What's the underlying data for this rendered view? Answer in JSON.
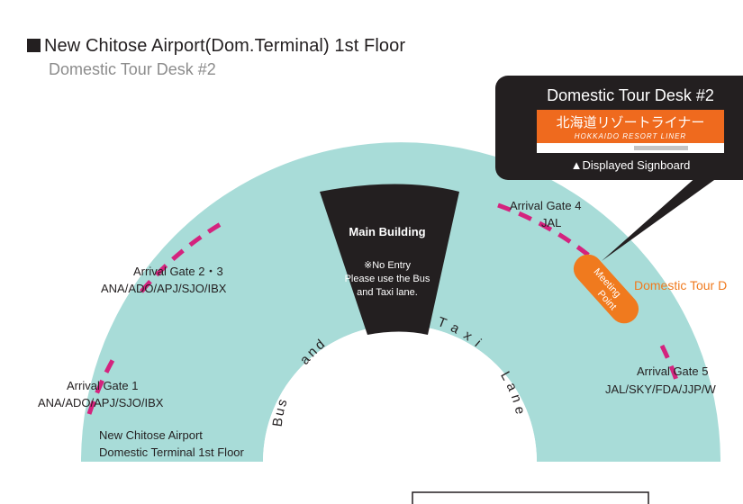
{
  "header": {
    "title": "New Chitose Airport(Dom.Terminal) 1st Floor",
    "subtitle": "Domestic Tour Desk #2"
  },
  "map": {
    "main_building": {
      "title": "Main Building",
      "note_line1": "※No Entry",
      "note_line2": "Please use the Bus",
      "note_line3": "and Taxi lane."
    },
    "lane_words": [
      "Bus",
      "and",
      "Taxi",
      "Lane"
    ],
    "gates": {
      "gate1": {
        "name": "Arrival Gate 1",
        "airlines": "ANA/ADO/APJ/SJO/IBX"
      },
      "gate23": {
        "name": "Arrival Gate 2・3",
        "airlines": "ANA/ADO/APJ/SJO/IBX"
      },
      "gate4": {
        "name": "Arrival Gate 4",
        "airlines": "JAL"
      },
      "gate5": {
        "name": "Arrival Gate 5",
        "airlines": "JAL/SKY/FDA/JJP/W"
      }
    },
    "terminal_label": {
      "line1": "New Chitose Airport",
      "line2": "Domestic Terminal 1st Floor"
    },
    "meeting_point": {
      "label_line1": "Meeting",
      "label_line2": "Point",
      "desk_label": "Domestic Tour D"
    },
    "callout": {
      "title": "Domestic Tour Desk #2",
      "sign_jp": "北海道リゾートライナー",
      "sign_en": "HOKKAIDO RESORT LINER",
      "caption": "▲Displayed Signboard"
    },
    "colors": {
      "floor": "#a8dcd8",
      "building": "#231f20",
      "gate_marks": "#d4237e",
      "meeting": "#f07a1e",
      "sign": "#ef6a1e"
    }
  }
}
